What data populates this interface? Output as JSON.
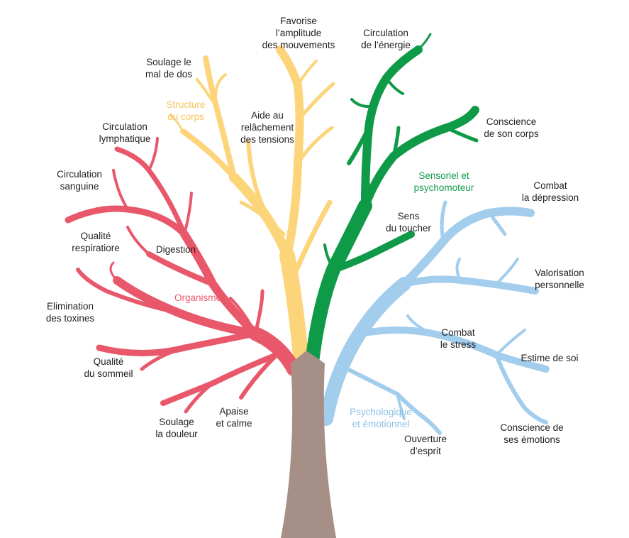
{
  "colors": {
    "trunk": "#a68f86",
    "structure": "#fcd47a",
    "organism": "#e8586a",
    "sensory": "#0f9a47",
    "psycho": "#a2cdec",
    "text": "#231f20"
  },
  "categories": {
    "structure": "Structure\ndu corps",
    "organism": "Organisme",
    "sensory": "Sensoriel et\npsychomoteur",
    "psycho": "Psychologique\net émotionnel"
  },
  "labels": {
    "favorise": "Favorise\nl’amplitude\ndes mouvements",
    "circulation_energie": "Circulation\nde l’énergie",
    "soulage_dos": "Soulage le\nmal de dos",
    "aide_relachement": "Aide au\nrelâchement\ndes tensions",
    "conscience_corps": "Conscience\nde son corps",
    "circulation_lymphatique": "Circulation\nlymphatique",
    "circulation_sanguine": "Circulation\nsanguine",
    "combat_depression": "Combat\nla dépression",
    "sens_toucher": "Sens\ndu toucher",
    "qualite_respiratoire": "Qualité\nrespiratiore",
    "digestion": "Digestion",
    "valorisation": "Valorisation\npersonnelle",
    "elimination": "Elimination\ndes toxines",
    "combat_stress": "Combat\nle stress",
    "qualite_sommeil": "Qualité\ndu sommeil",
    "estime": "Estime de soi",
    "apaise": "Apaise\net calme",
    "soulage_douleur": "Soulage\nla douleur",
    "ouverture": "Ouverture\nd’esprit",
    "conscience_emotions": "Conscience de\nses émotions"
  }
}
